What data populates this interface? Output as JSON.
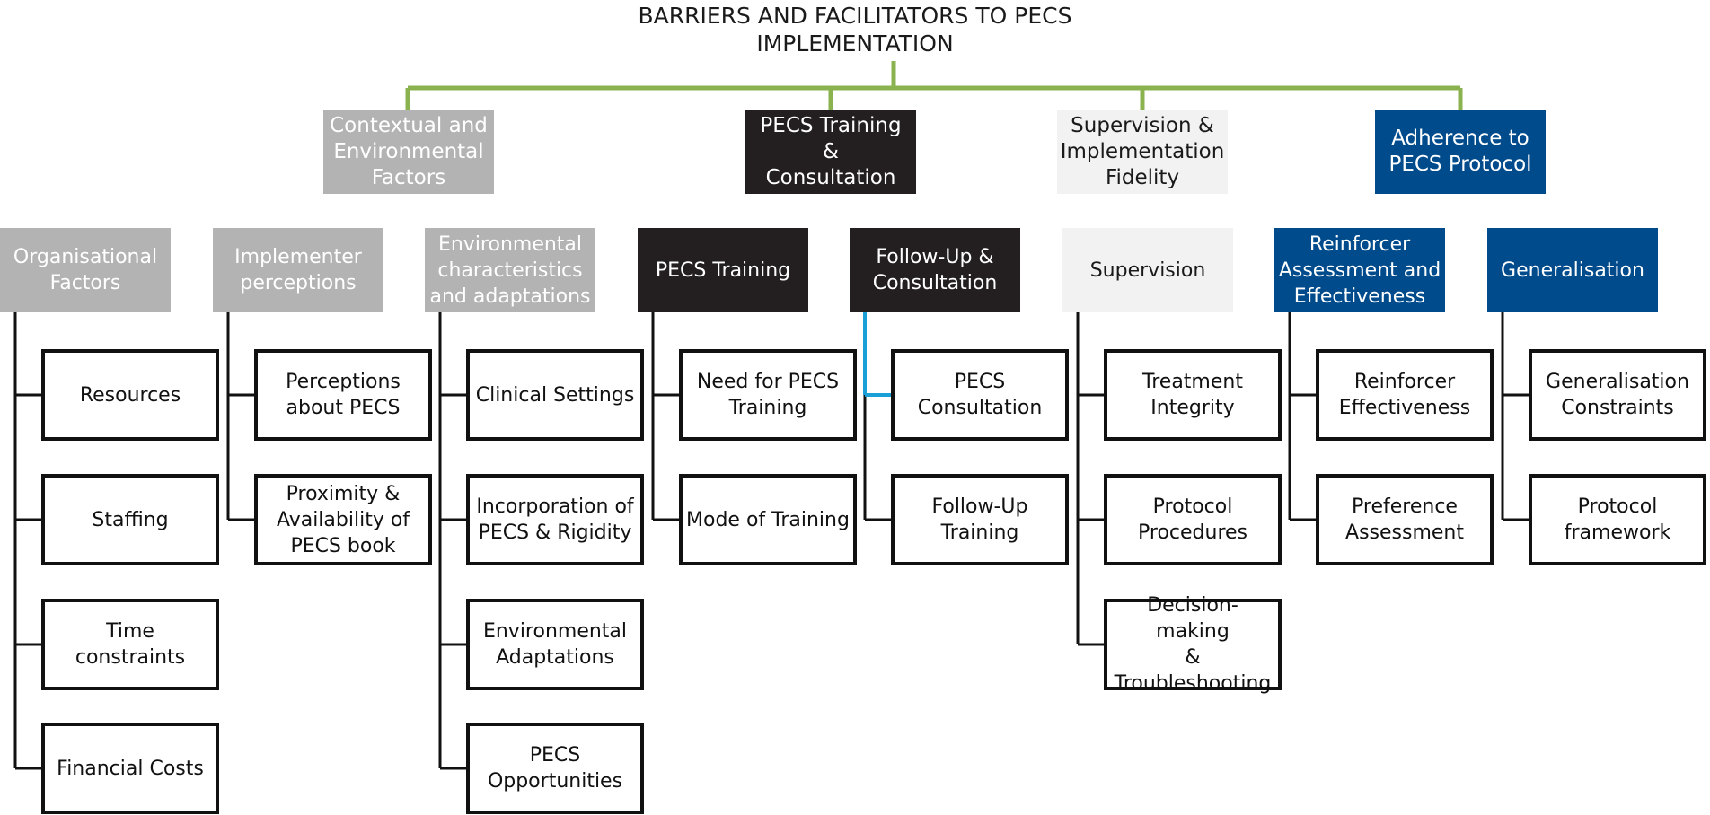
{
  "title": "BARRIERS AND FACILITATORS TO PECS\nIMPLEMENTATION",
  "colors": {
    "grey": "#b3b3b3",
    "black": "#231f20",
    "light": "#f2f2f2",
    "blue": "#004b8c",
    "connector_green": "#8ab34f",
    "connector_cyan": "#1aa0d6",
    "connector_dark": "#111111"
  },
  "categories": [
    {
      "label": "Contextual and\nEnvironmental\nFactors",
      "style": "grey"
    },
    {
      "label": "PECS Training &\nConsultation",
      "style": "black"
    },
    {
      "label": "Supervision &\nImplementation\nFidelity",
      "style": "light"
    },
    {
      "label": "Adherence to\nPECS Protocol",
      "style": "blue"
    }
  ],
  "themes": [
    {
      "label": "Organisational\nFactors",
      "style": "grey",
      "items": [
        "Resources",
        "Staffing",
        "Time constraints",
        "Financial Costs"
      ]
    },
    {
      "label": "Implementer\nperceptions",
      "style": "grey",
      "items": [
        "Perceptions\nabout PECS",
        "Proximity &\nAvailability of\nPECS book"
      ]
    },
    {
      "label": "Environmental\ncharacteristics\nand adaptations",
      "style": "grey",
      "items": [
        "Clinical Settings",
        "Incorporation of\nPECS & Rigidity",
        "Environmental\nAdaptations",
        "PECS\nOpportunities"
      ]
    },
    {
      "label": "PECS Training",
      "style": "black",
      "items": [
        "Need for PECS\nTraining",
        "Mode of Training"
      ]
    },
    {
      "label": "Follow-Up &\nConsultation",
      "style": "black",
      "items": [
        "PECS\nConsultation",
        "Follow-Up\nTraining"
      ]
    },
    {
      "label": "Supervision",
      "style": "light",
      "items": [
        "Treatment\nIntegrity",
        "Protocol\nProcedures",
        "Decision-making\n&\nTroubleshooting"
      ]
    },
    {
      "label": "Reinforcer\nAssessment and\nEffectiveness",
      "style": "blue",
      "items": [
        "Reinforcer\nEffectiveness",
        "Preference\nAssessment"
      ]
    },
    {
      "label": "Generalisation",
      "style": "blue",
      "items": [
        "Generalisation\nConstraints",
        "Protocol\nframework"
      ]
    }
  ]
}
